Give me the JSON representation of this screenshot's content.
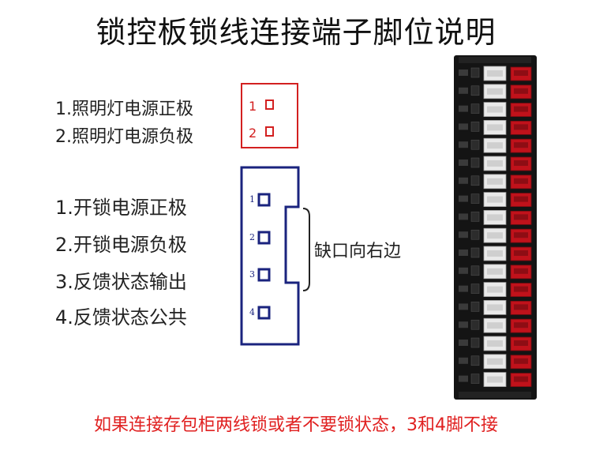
{
  "title": "锁控板锁线连接端子脚位说明",
  "light_connector": {
    "items": [
      "1.照明灯电源正极",
      "2.照明灯电源负极"
    ],
    "pins": [
      "1",
      "2"
    ]
  },
  "lock_connector": {
    "items": [
      "1.开锁电源正极",
      "2.开锁电源负极",
      "3.反馈状态输出",
      "4.反馈状态公共"
    ],
    "pins": [
      "1",
      "2",
      "3",
      "4"
    ],
    "notch_label": "缺口向右边"
  },
  "note": "如果连接存包柜两线锁或者不要锁状态，3和4脚不接",
  "colors": {
    "red": "#d32020",
    "navy": "#1a237e",
    "note_red": "#e02020",
    "pcb": "#141414"
  }
}
